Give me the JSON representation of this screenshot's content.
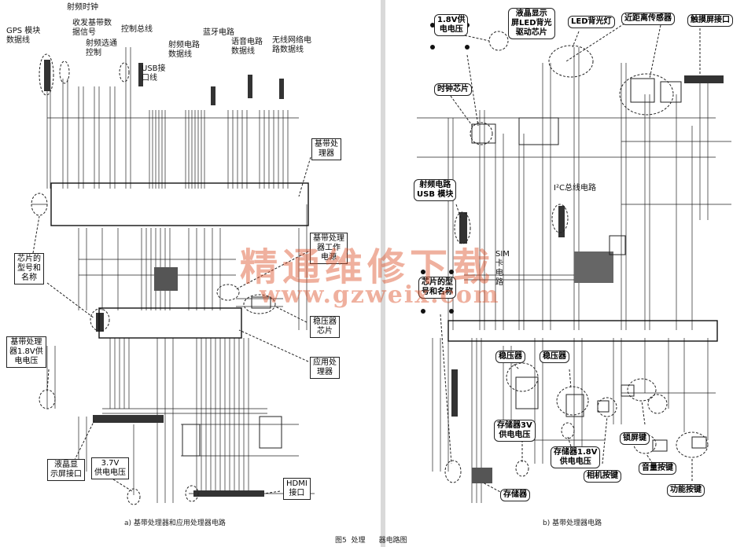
{
  "left": {
    "labels": {
      "gps": "GPS 模块\n数据线",
      "rf_clock": "射频时钟",
      "rxtx": "收发基带数\n据信号",
      "rf_select": "射频选通\n控制",
      "ctrl_bus": "控制总线",
      "usb": "USB接\n口线",
      "rf_data": "射频电路\n数据线",
      "bt": "蓝牙电路",
      "audio": "语音电路\n数据线",
      "wlan": "无线网络电\n路数据线",
      "bb_proc": "基带处\n理器",
      "chip_model": "芯片的\n型号和\n名称",
      "bb_ps_model": "基带处理\n器工作\n电源",
      "bb_18v": "基带处理\n器1.8V供\n电电压",
      "reg_chip": "稳压器\n芯片",
      "app_proc": "应用处\n理器",
      "lcd_port": "液晶显\n示屏接口",
      "v37": "3.7V\n供电电压",
      "hdmi": "HDMI\n接口"
    },
    "caption": "a) 基带处理器和应用处理器电路"
  },
  "right": {
    "labels": {
      "v18": "1.8V供\n电电压",
      "lcd_led": "液晶显示\n屏LED背光\n驱动芯片",
      "led": "LED背光灯",
      "prox": "近距离传感器",
      "touch": "触摸屏接口",
      "clock": "时钟芯片",
      "rf_usb": "射频电路\nUSB 模块",
      "i2c": "I²C总线电路",
      "sim": "SIM\n卡\n电\n路",
      "chip_name": "芯片的型\n号和名称",
      "reg1": "稳压器",
      "reg2": "稳压器",
      "mem3v": "存储器3V\n供电电压",
      "mem18": "存储器1.8V\n供电电压",
      "memory": "存储器",
      "lock": "锁屏键",
      "camera": "相机按键",
      "volume": "音量按键",
      "func": "功能按键"
    },
    "caption": "b) 基带处理器电路"
  },
  "figure_caption": "图5  处理      器电路图",
  "watermark": {
    "title": "精通维修下载",
    "url": "www.gzweix.com"
  },
  "colors": {
    "line": "#1a1a1a",
    "watermark": "#dc5028"
  }
}
